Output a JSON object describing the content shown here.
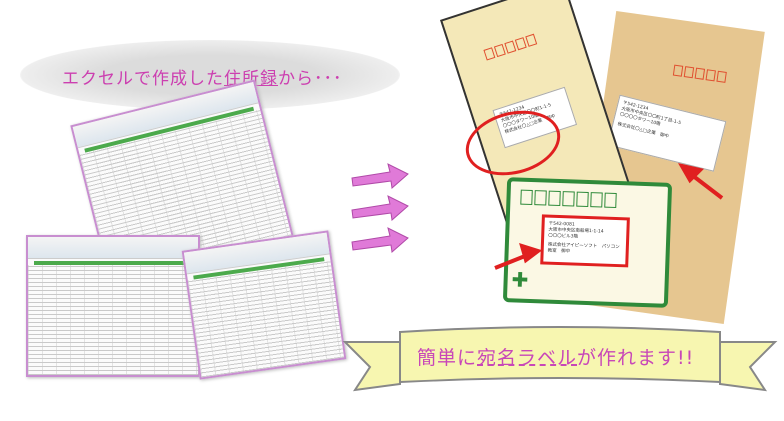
{
  "cloud": {
    "pre": "エクセルで作成した",
    "underlined": "住所録",
    "post": "から･･･"
  },
  "labels": {
    "envelope_large": [
      "〒542-1234",
      "大阪市中央区〇〇町1丁目-1-5",
      "〇〇〇〇タワー10階",
      "株式会社〇△□企業　御中"
    ],
    "envelope_small": [
      "〒542-1234",
      "大阪市中央区〇〇町1-1-5",
      "〇〇〇タワー10階",
      "株式会社〇△□企業　御中"
    ],
    "postcard": [
      "〒542-0081",
      "大阪市中央区南船場1-1-14",
      "〇〇〇ビル3階",
      "株式会社アイピーソフト　パソコン教室　御中"
    ]
  },
  "banner": {
    "pre": "簡単に",
    "underlined": "宛名ラベル",
    "post": "が作れます!!"
  },
  "colors": {
    "accent": "#cc3fb0",
    "arrow": "#d66ad0",
    "highlight": "#e02020",
    "postcard": "#2f8a3a"
  }
}
